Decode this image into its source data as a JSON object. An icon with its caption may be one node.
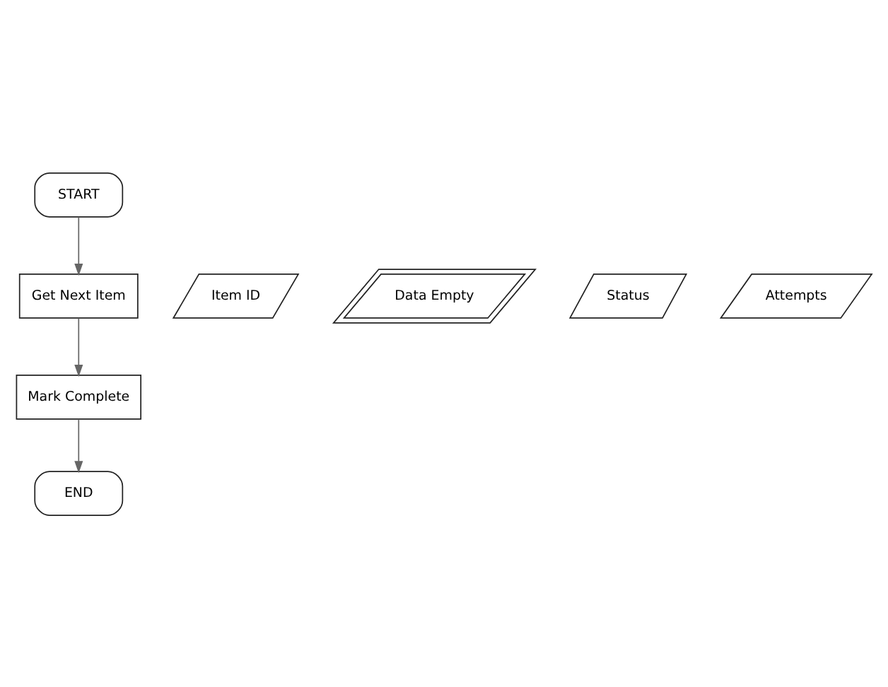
{
  "diagram": {
    "nodes": [
      {
        "text": [
          "START"
        ]
      },
      {
        "text": [
          "Get Next Item"
        ]
      },
      {
        "text": [
          "Item ID"
        ]
      },
      {
        "text": [
          "Data Empty"
        ]
      },
      {
        "text": [
          "Status"
        ]
      },
      {
        "text": [
          "Attempts"
        ]
      },
      {
        "text": [
          "Mark Complete"
        ]
      },
      {
        "text": [
          "END"
        ]
      }
    ],
    "edges": [
      {
        "from": 0,
        "to": 1,
        "arrow": "to"
      },
      {
        "from": 1,
        "to": 6,
        "arrow": "to"
      },
      {
        "from": 6,
        "to": 7,
        "arrow": "to"
      }
    ]
  }
}
